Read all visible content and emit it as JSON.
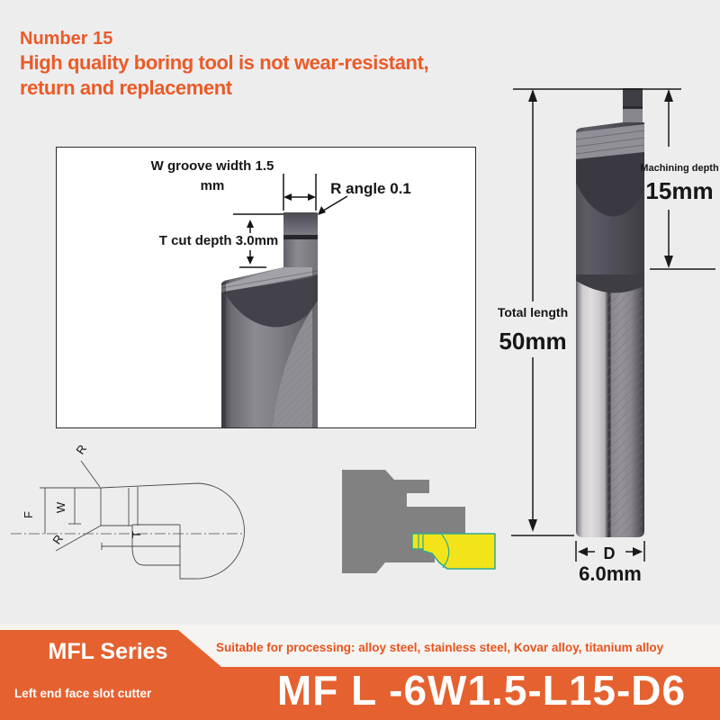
{
  "header": {
    "number": "Number 15",
    "title_line1": "High quality boring tool is not wear-resistant,",
    "title_line2": "return and replacement"
  },
  "detail_diagram": {
    "w_label_line1": "W groove width 1.5",
    "w_label_line2": "mm",
    "r_label": "R angle 0.1",
    "t_label": "T cut depth 3.0mm"
  },
  "tool_dimensions": {
    "machining_depth_label": "Machining depth",
    "machining_depth_value": "15mm",
    "total_length_label": "Total length",
    "total_length_value": "50mm",
    "diameter_letter": "D",
    "diameter_value": "6.0mm"
  },
  "profile_drawing": {
    "r_top": "R",
    "f": "F",
    "w": "W",
    "r_bottom": "R",
    "t": "T"
  },
  "footer": {
    "series": "MFL Series",
    "subtitle": "Left end face slot cutter",
    "suitable": "Suitable for processing: alloy steel, stainless steel, Kovar alloy, titanium alloy",
    "model": "MF L -6W1.5-L15-D6"
  },
  "colors": {
    "accent_orange": "#e5612f",
    "page_background": "#ededee",
    "suitable_text": "#e8531d"
  }
}
